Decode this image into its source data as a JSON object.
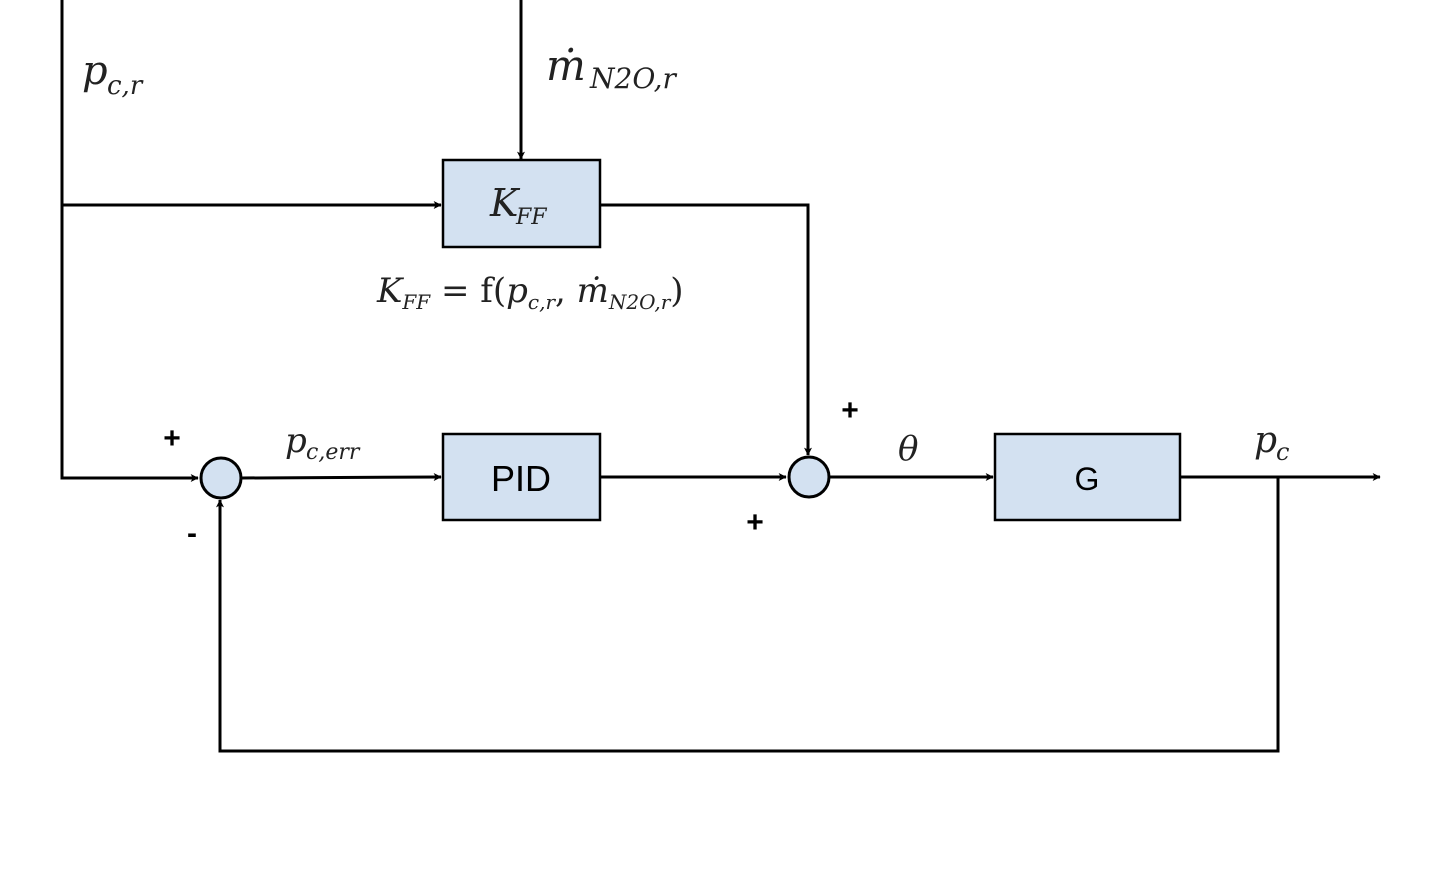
{
  "diagram": {
    "type": "feedback control block diagram",
    "blocks": {
      "feedforward": {
        "label_main": "K",
        "label_sub": "FF"
      },
      "pid": {
        "label": "PID"
      },
      "plant": {
        "label": "G"
      }
    },
    "signals": {
      "pressure_ref": {
        "main": "p",
        "sub": "c,r"
      },
      "massflow_ref": {
        "main": "ṁ",
        "sub": "N2O,r"
      },
      "pressure_error": {
        "main": "p",
        "sub": "c,err"
      },
      "theta": {
        "main": "θ"
      },
      "pressure_out": {
        "main": "p",
        "sub": "c"
      }
    },
    "equation": {
      "lhs_main": "K",
      "lhs_sub": "FF",
      "eq": " = f(",
      "arg1_main": "p",
      "arg1_sub": "c,r",
      "comma": ", ",
      "arg2_main": "ṁ",
      "arg2_sub": "N2O,r",
      "close": ")"
    },
    "summing_junctions": {
      "error": {
        "top_sign": "+",
        "bottom_sign": "-"
      },
      "control": {
        "top_sign": "+",
        "bottom_sign": "+"
      }
    },
    "colors": {
      "block_fill": "#d3e1f1",
      "line": "#000000"
    }
  }
}
